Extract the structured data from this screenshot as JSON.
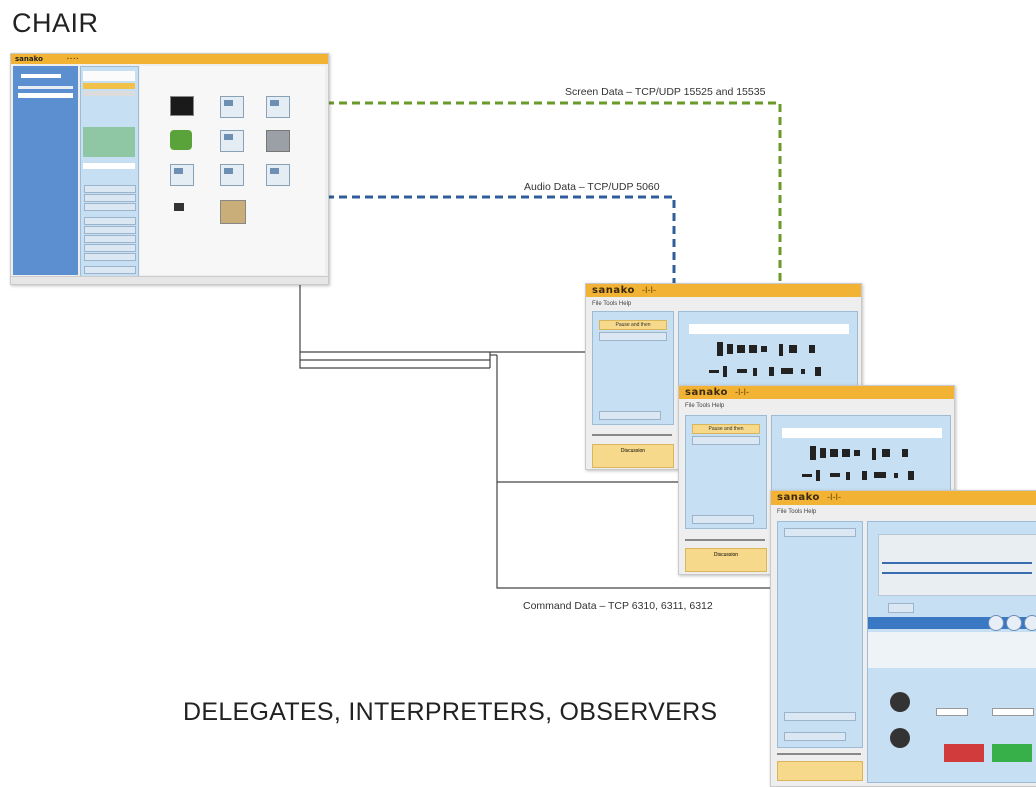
{
  "titles": {
    "chair": "CHAIR",
    "bottom": "DELEGATES, INTERPRETERS, OBSERVERS"
  },
  "connections": {
    "screen": "Screen Data – TCP/UDP 15525 and 15535",
    "audio": "Audio Data – TCP/UDP 5060",
    "command": "Command Data – TCP 6310, 6311, 6312"
  },
  "colors": {
    "screen_line": "#6a9a2a",
    "audio_line": "#2f5d99",
    "command_line": "#555555",
    "titlebar": "#f2b233",
    "panel_blue": "#c7dff2"
  },
  "windows": {
    "chair": {
      "logo": "sanako"
    },
    "delegate1": {
      "logo": "sanako",
      "menu": "File Tools Help",
      "button": "Pause and then",
      "status": "Discussion"
    },
    "delegate2": {
      "logo": "sanako",
      "menu": "File Tools Help",
      "button": "Pause and then",
      "status": "Discussion"
    },
    "delegate3": {
      "logo": "sanako",
      "menu": "File Tools Help"
    }
  }
}
